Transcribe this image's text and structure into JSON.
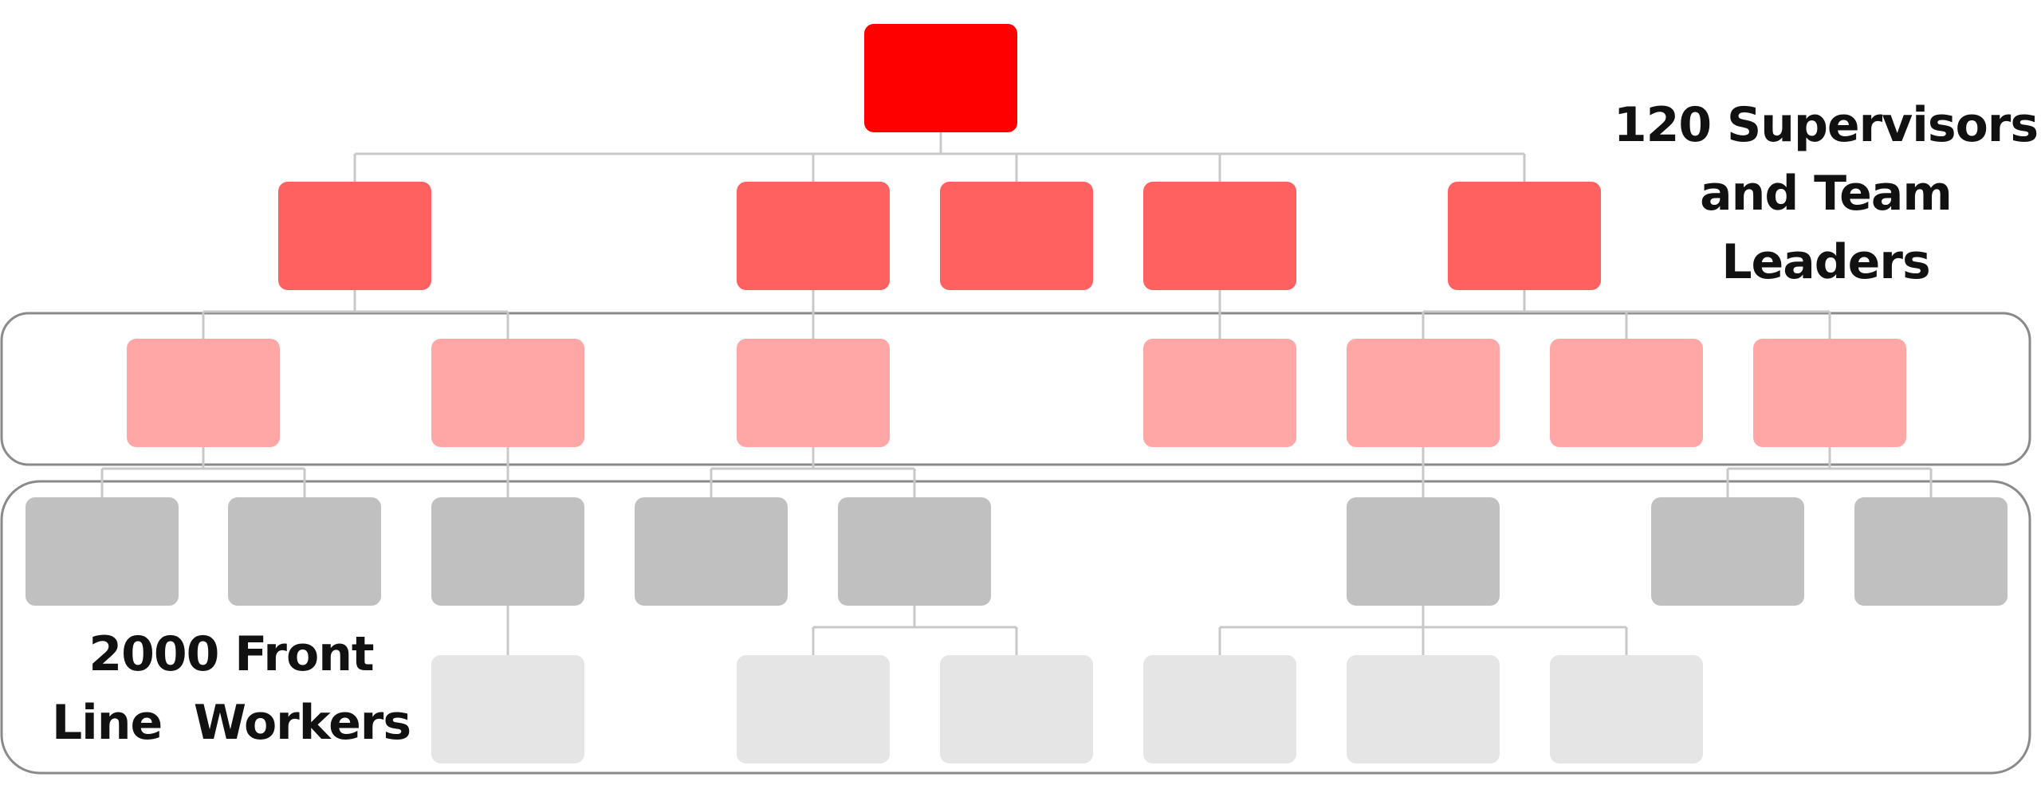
{
  "colors": {
    "level_0": "#ff0000",
    "level_1": "#ff6060",
    "level_2": "#ffa6a6",
    "level_3": "#c0c0c0",
    "level_4": "#e6e5e6",
    "connector": "#c8c8c8",
    "group_outline": "#8a8a8a"
  },
  "labels": {
    "supervisors": [
      "120 Supervisors",
      "and Team",
      "Leaders"
    ],
    "front_line": [
      "2000 Front",
      "Line  Workers"
    ]
  },
  "tree": {
    "children": [
      {
        "children": [
          {
            "children": [
              {},
              {}
            ]
          },
          {
            "children": [
              {
                "children": [
                  {}
                ]
              }
            ]
          }
        ]
      },
      {
        "children": [
          {
            "children": [
              {},
              {
                "children": [
                  {},
                  {}
                ]
              }
            ]
          }
        ]
      },
      {},
      {
        "children": [
          {}
        ]
      },
      {
        "children": [
          {
            "children": [
              {
                "children": [
                  {},
                  {},
                  {}
                ]
              }
            ]
          },
          {},
          {
            "children": [
              {},
              {}
            ]
          }
        ]
      }
    ]
  }
}
